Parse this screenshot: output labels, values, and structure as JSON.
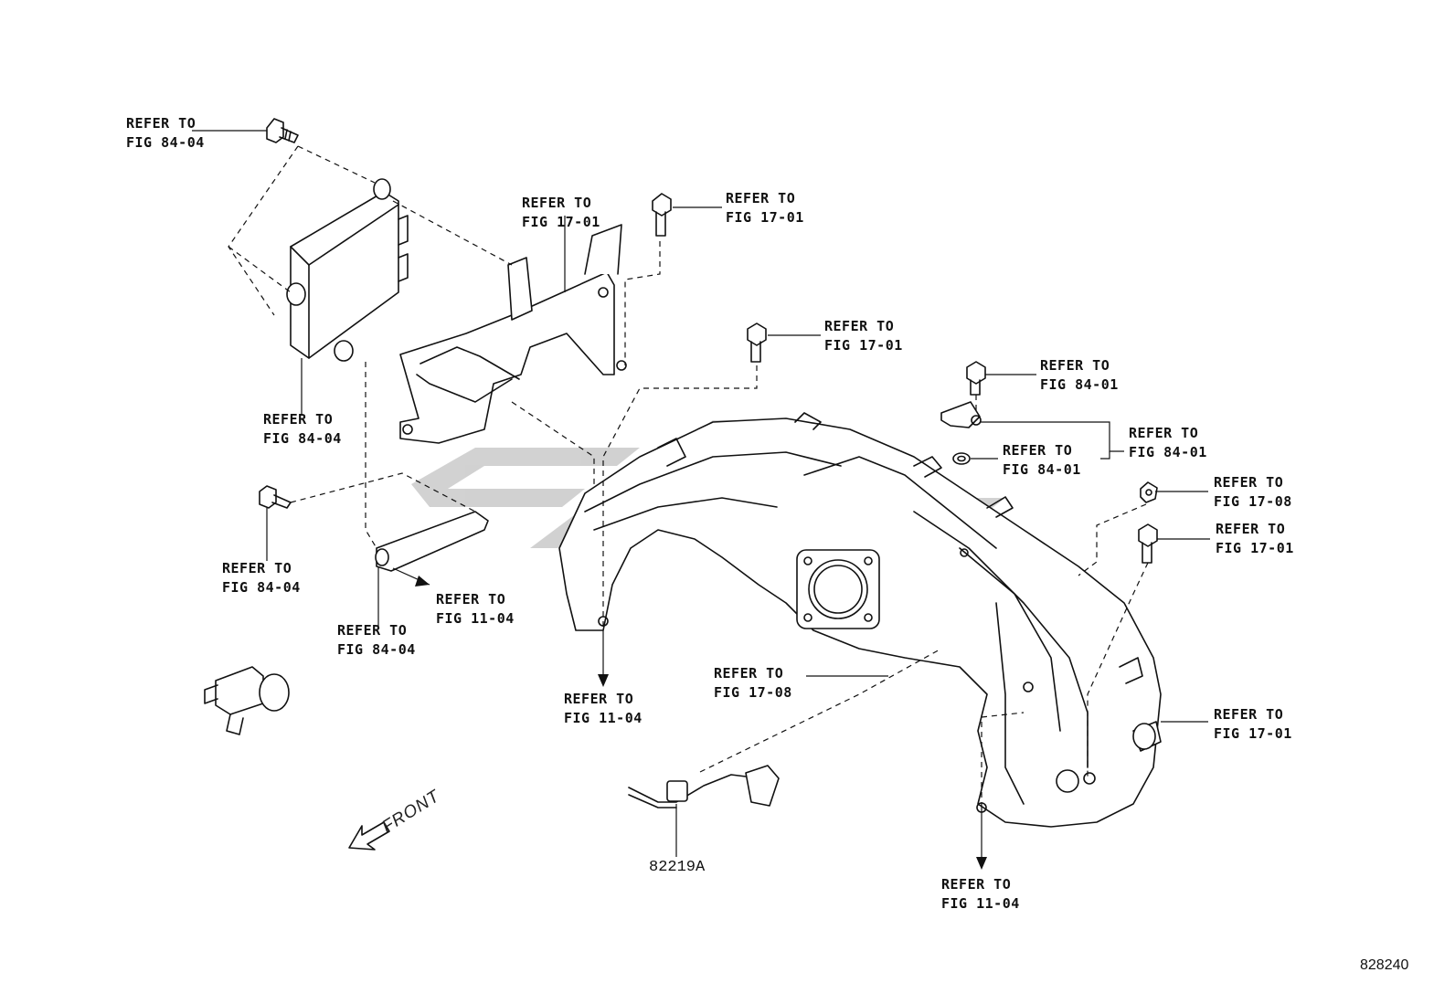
{
  "callouts": [
    {
      "line1": "REFER TO",
      "line2": "FIG 84-04"
    },
    {
      "line1": "REFER TO",
      "line2": "FIG 17-01"
    },
    {
      "line1": "REFER TO",
      "line2": "FIG 17-01"
    },
    {
      "line1": "REFER TO",
      "line2": "FIG 84-04"
    },
    {
      "line1": "REFER TO",
      "line2": "FIG 17-01"
    },
    {
      "line1": "REFER TO",
      "line2": "FIG 84-01"
    },
    {
      "line1": "REFER TO",
      "line2": "FIG 84-01"
    },
    {
      "line1": "REFER TO",
      "line2": "FIG 84-01"
    },
    {
      "line1": "REFER TO",
      "line2": "FIG 17-08"
    },
    {
      "line1": "REFER TO",
      "line2": "FIG 17-01"
    },
    {
      "line1": "REFER TO",
      "line2": "FIG 84-04"
    },
    {
      "line1": "REFER TO",
      "line2": "FIG 11-04"
    },
    {
      "line1": "REFER TO",
      "line2": "FIG 84-04"
    },
    {
      "line1": "REFER TO",
      "line2": "FIG 11-04"
    },
    {
      "line1": "REFER TO",
      "line2": "FIG 17-08"
    },
    {
      "line1": "REFER TO",
      "line2": "FIG 17-01"
    },
    {
      "line1": "REFER TO",
      "line2": "FIG 11-04"
    }
  ],
  "part_number": "82219A",
  "direction_label": "FRONT",
  "illustration_id": "828240",
  "colors": {
    "ink": "#111111",
    "watermark": "#c8c8c8"
  }
}
